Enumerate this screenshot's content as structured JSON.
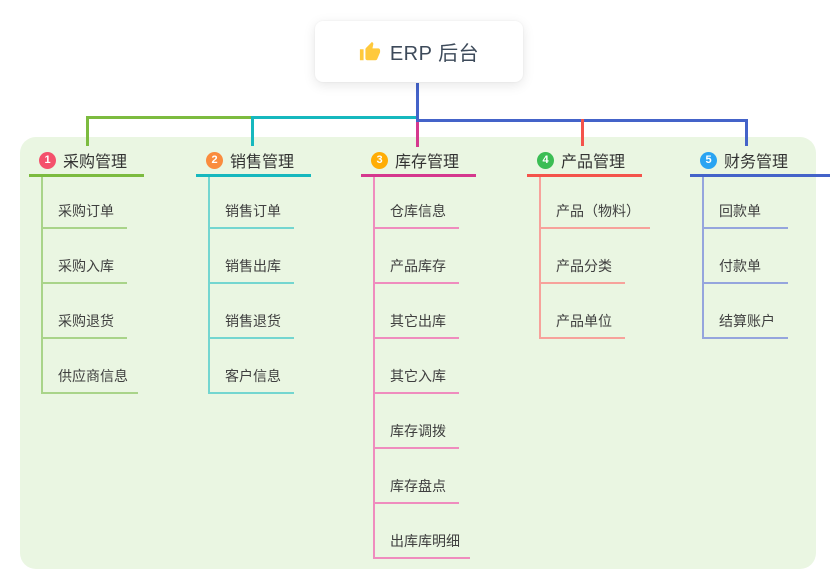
{
  "root": {
    "title": "ERP 后台",
    "icon": "thumbs-up",
    "icon_color": "#ffc93c"
  },
  "panel": {
    "bg_color": "#eaf6e2"
  },
  "branches": [
    {
      "number": "1",
      "label": "采购管理",
      "badge_color": "#f4516c",
      "line_color": "#7cbb3f",
      "child_line_color": "#a9d489",
      "children": [
        "采购订单",
        "采购入库",
        "采购退货",
        "供应商信息"
      ]
    },
    {
      "number": "2",
      "label": "销售管理",
      "badge_color": "#fa8c3e",
      "line_color": "#16b8be",
      "child_line_color": "#74d6d0",
      "children": [
        "销售订单",
        "销售出库",
        "销售退货",
        "客户信息"
      ]
    },
    {
      "number": "3",
      "label": "库存管理",
      "badge_color": "#ffad05",
      "line_color": "#d5388e",
      "child_line_color": "#ef8cbe",
      "children": [
        "仓库信息",
        "产品库存",
        "其它出库",
        "其它入库",
        "库存调拨",
        "库存盘点",
        "出库库明细"
      ]
    },
    {
      "number": "4",
      "label": "产品管理",
      "badge_color": "#3bbd54",
      "line_color": "#f4534b",
      "child_line_color": "#f7a29b",
      "children": [
        "产品（物料）",
        "产品分类",
        "产品单位"
      ]
    },
    {
      "number": "5",
      "label": "财务管理",
      "badge_color": "#29a4f2",
      "line_color": "#4463c9",
      "child_line_color": "#95a5dd",
      "children": [
        "回款单",
        "付款单",
        "结算账户"
      ]
    }
  ]
}
